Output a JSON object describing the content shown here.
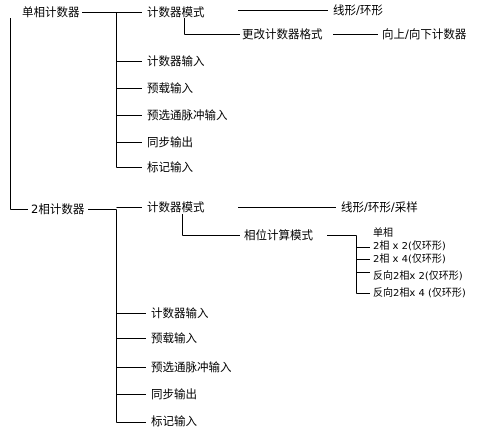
{
  "single_phase": {
    "title": "单相计数器",
    "counter_mode": "计数器模式",
    "counter_types": "线形/环形",
    "change_format": "更改计数器格式",
    "up_down": "向上/向下计数器",
    "inputs": [
      "计数器输入",
      "预载输入",
      "预选通脉冲输入",
      "同步输出",
      "标记输入"
    ]
  },
  "two_phase": {
    "title": "2相计数器",
    "counter_mode": "计数器模式",
    "counter_types": "线形/环形/采样",
    "phase_calc_mode": "相位计算模式",
    "phase_options": [
      "单相",
      "2相 x 2(仅环形)",
      "2相 x 4(仅环形)",
      "反向2相x 2(仅环形)",
      "反向2相x 4 (仅环形)"
    ],
    "inputs": [
      "计数器输入",
      "预载输入",
      "预选通脉冲输入",
      "同步输出",
      "标记输入"
    ]
  }
}
